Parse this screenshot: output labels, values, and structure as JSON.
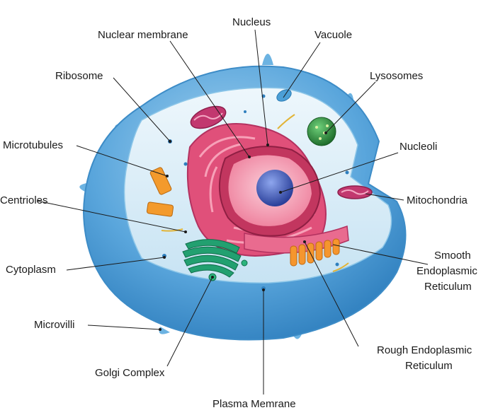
{
  "labels": {
    "nucleus": "Nucleus",
    "nuclear_membrane": "Nuclear membrane",
    "vacuole": "Vacuole",
    "ribosome": "Ribosome",
    "lysosomes": "Lysosomes",
    "microtubules": "Microtubules",
    "nucleoli": "Nucleoli",
    "centrioles": "Centrioles",
    "mitochondria": "Mitochondria",
    "cytoplasm": "Cytoplasm",
    "smooth_er_1": "Smooth",
    "smooth_er_2": "Endoplasmic",
    "smooth_er_3": "Reticulum",
    "microvilli": "Microvilli",
    "rough_er_1": "Rough Endoplasmic",
    "rough_er_2": "Reticulum",
    "golgi": "Golgi Complex",
    "plasma_membrane": "Plasma Memrane"
  },
  "colors": {
    "membrane": "#5aa6dc",
    "cytoplasm": "#d8ecf6",
    "nucleus_outer": "#e8426f",
    "nucleus_inner": "#f6a3b5",
    "nucleolus": "#3f5cb8",
    "golgi": "#1f9e6e",
    "mitochondria": "#c2386f",
    "lysosome": "#2a8a3e",
    "centriole": "#f0972a"
  }
}
